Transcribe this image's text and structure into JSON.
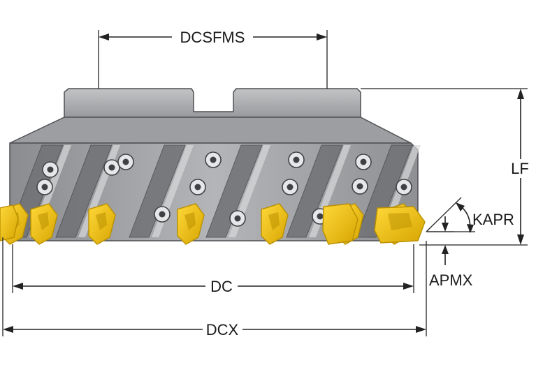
{
  "labels": {
    "dcsfms": "DCSFMS",
    "lf": "LF",
    "kapr": "KAPR",
    "apmx": "APMX",
    "dc": "DC",
    "dcx": "DCX"
  },
  "colors": {
    "body_dark": "#7d7f82",
    "body_mid": "#a6a8ab",
    "body_light": "#c9cacc",
    "insert_yellow": "#f2c200",
    "insert_shadow": "#b98f00",
    "line": "#222222"
  },
  "insert_count_visible": 9
}
